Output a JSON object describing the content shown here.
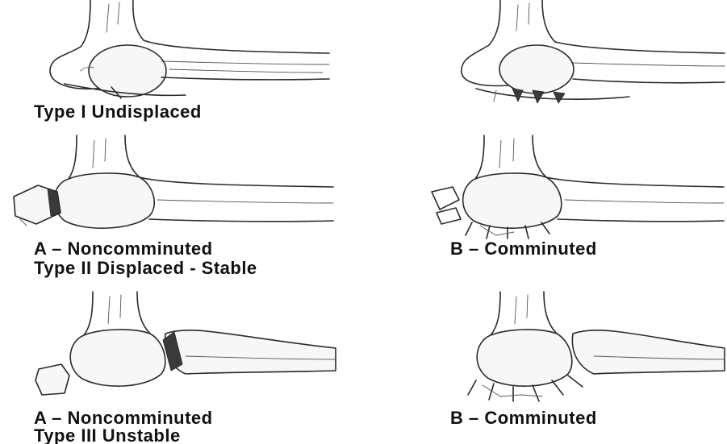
{
  "captions": {
    "row1_type": "Type I Undisplaced",
    "row2_a": "A – Noncomminuted",
    "row2_b": "B – Comminuted",
    "row2_type": "Type II Displaced - Stable",
    "row3_a": "A – Noncomminuted",
    "row3_b": "B – Comminuted",
    "row3_type": "Type III Unstable"
  }
}
